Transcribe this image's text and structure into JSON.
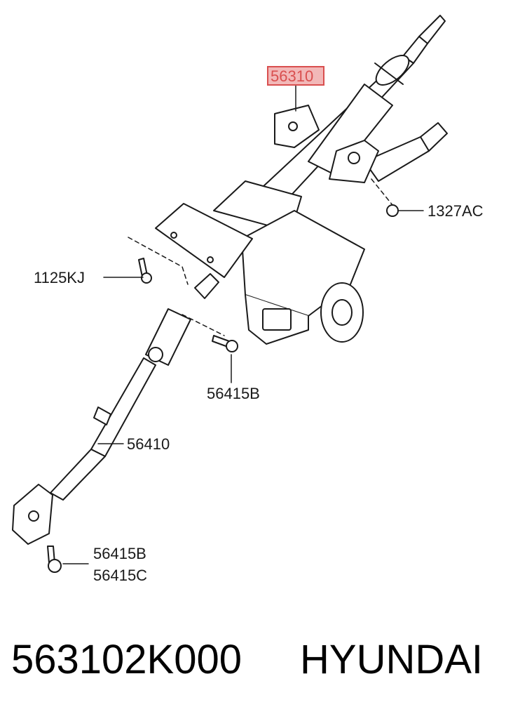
{
  "callouts": {
    "main_assembly": "56310",
    "nut": "1327AC",
    "bolt_left": "1125KJ",
    "bolt_mid": "56415B",
    "shaft": "56410",
    "bolt_bottom_1": "56415B",
    "bolt_bottom_2": "56415C"
  },
  "footer": {
    "part_number": "563102K000",
    "brand": "HYUNDAI"
  },
  "colors": {
    "highlight_border": "#d94f4f",
    "highlight_fill": "#f2b8b8",
    "line": "#1a1a1a"
  }
}
